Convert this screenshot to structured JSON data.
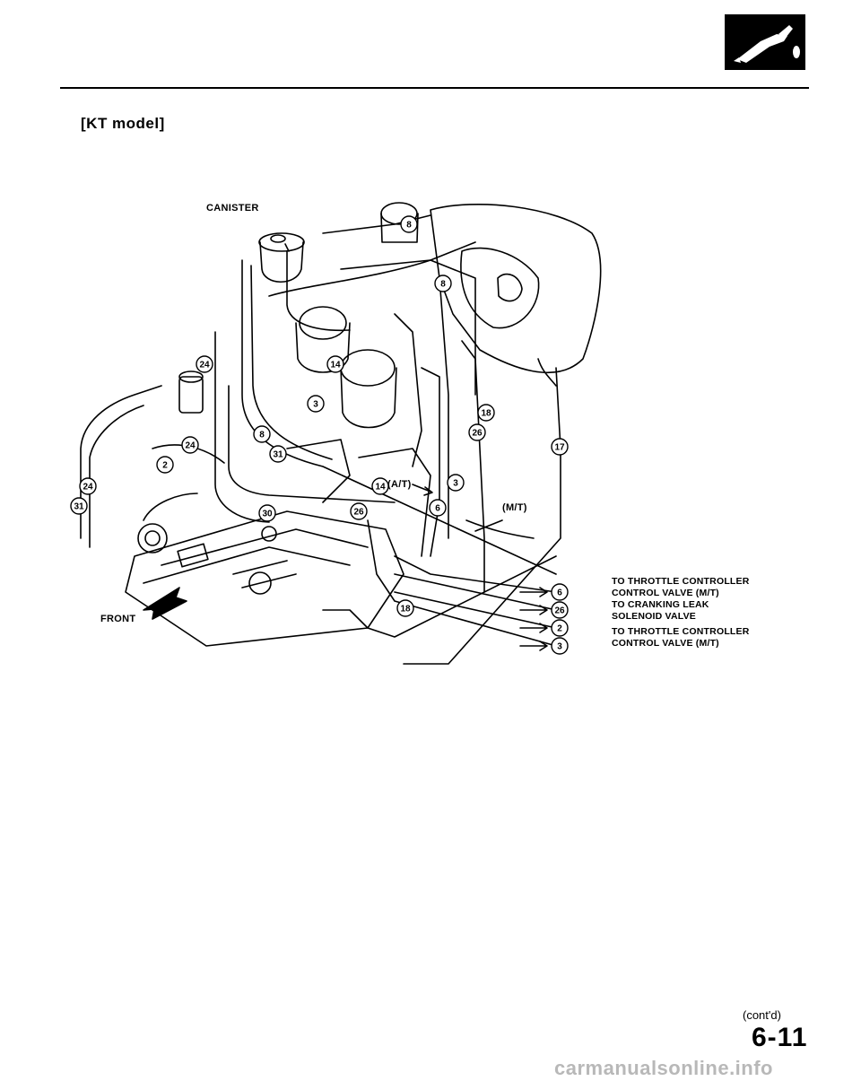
{
  "header": {
    "tab_icon": "fuel-nozzle-icon"
  },
  "title": "[KT model]",
  "diagram": {
    "labels": {
      "canister": "CANISTER",
      "front": "FRONT",
      "at": "(A/T)",
      "mt": "(M/T)"
    },
    "hose_numbers": [
      "8",
      "8",
      "24",
      "14",
      "3",
      "18",
      "26",
      "17",
      "8",
      "31",
      "24",
      "2",
      "14",
      "3",
      "24",
      "31",
      "30",
      "26",
      "6",
      "18"
    ],
    "destinations": [
      {
        "hoses": [
          "6"
        ],
        "line1": "TO THROTTLE CONTROLLER",
        "line2": "CONTROL VALVE (M/T)"
      },
      {
        "hoses": [
          "26"
        ],
        "line1": "TO CRANKING LEAK",
        "line2": "SOLENOID VALVE"
      },
      {
        "hoses": [
          "2",
          "3"
        ],
        "line1": "TO THROTTLE CONTROLLER",
        "line2": "CONTROL VALVE (M/T)"
      }
    ],
    "dest_hoses": [
      "6",
      "26",
      "2",
      "3"
    ]
  },
  "footer": {
    "continued": "(cont'd)",
    "page_number": "6-11"
  },
  "watermark": "carmanualsonline.info"
}
